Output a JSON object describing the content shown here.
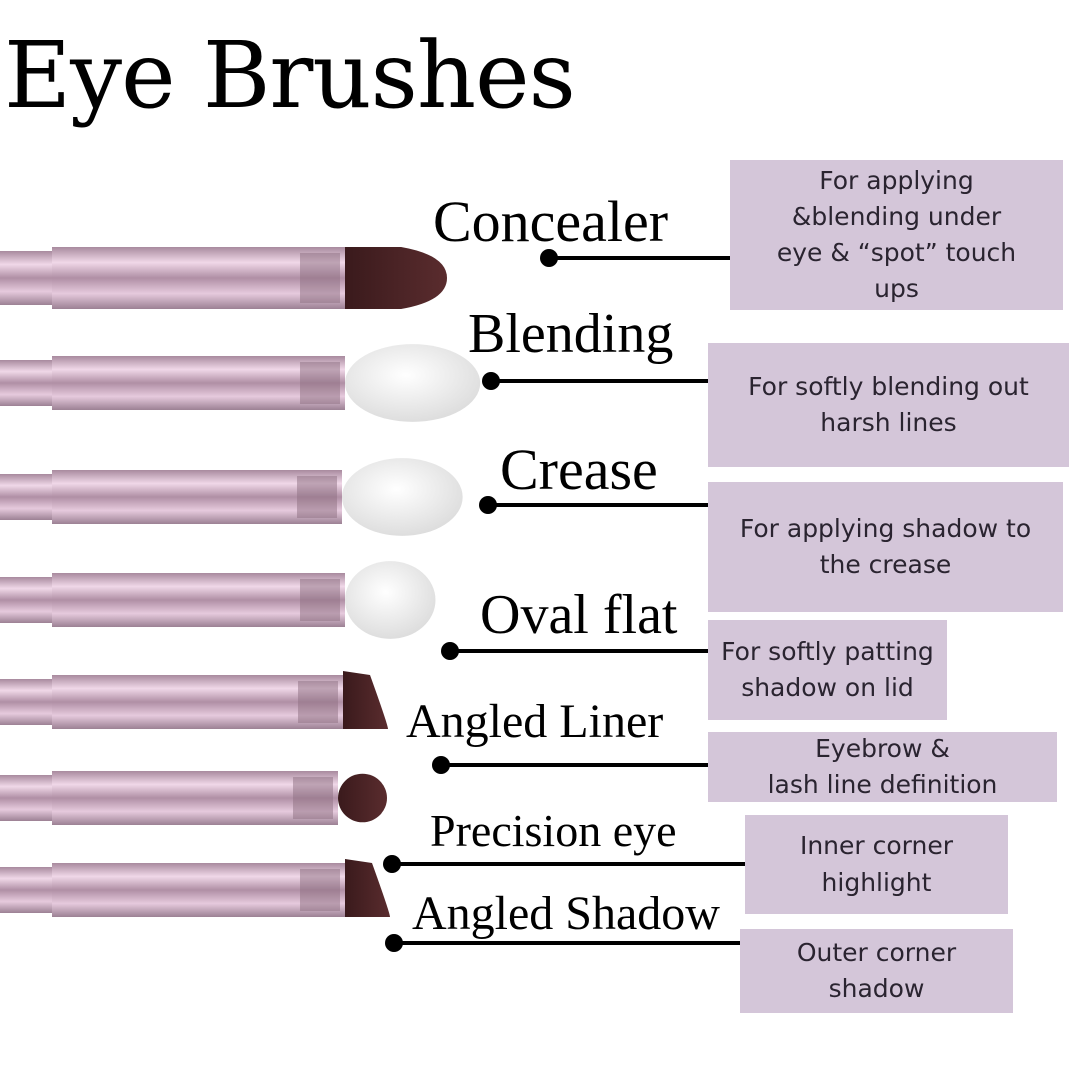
{
  "title": "Eye Brushes",
  "colors": {
    "box": "#d4c6d9",
    "handle": "#d8b8cf",
    "dark_bristle": "#4a2426",
    "white_bristle": "#eeeeee"
  },
  "brushes": [
    {
      "name": "Concealer",
      "description": "For applying\n&blending under\neye & “spot” touch\nups",
      "bristle": "dark"
    },
    {
      "name": "Blending",
      "description": "For softly blending out\nharsh lines",
      "bristle": "white"
    },
    {
      "name": "Crease",
      "description": "For applying shadow to\nthe crease",
      "bristle": "white"
    },
    {
      "name": "Oval flat",
      "description": "For softly patting\nshadow on lid",
      "bristle": "white"
    },
    {
      "name": "Angled Liner",
      "description": "Eyebrow &\nlash line definition",
      "bristle": "dark"
    },
    {
      "name": "Precision eye",
      "description": "Inner corner\nhighlight",
      "bristle": "dark"
    },
    {
      "name": "Angled Shadow",
      "description": "Outer corner shadow",
      "bristle": "dark"
    }
  ]
}
